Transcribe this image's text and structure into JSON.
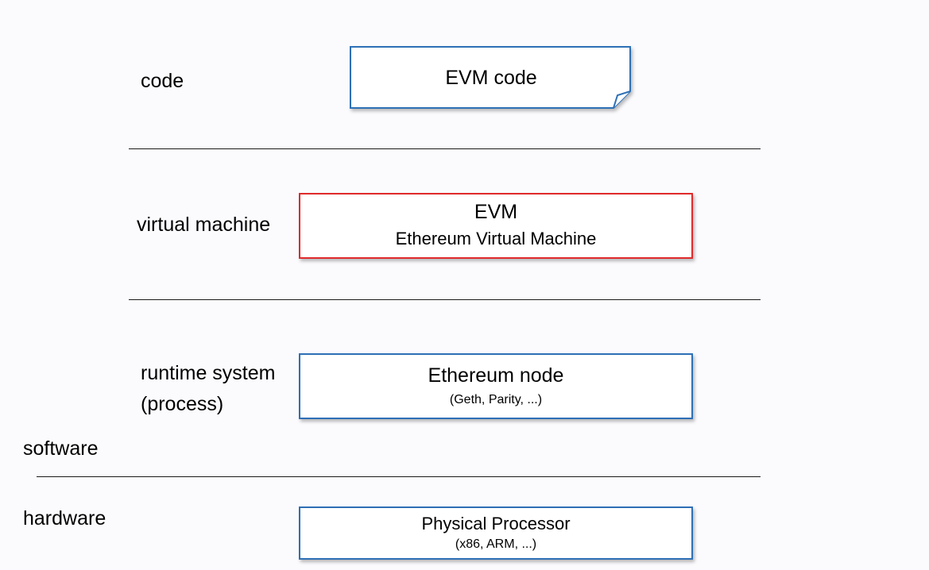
{
  "layers": {
    "code": "code",
    "virtual_machine": "virtual machine",
    "runtime_line1": "runtime system",
    "runtime_line2": "(process)",
    "software": "software",
    "hardware": "hardware"
  },
  "boxes": {
    "evm_code": {
      "title": "EVM code"
    },
    "evm": {
      "title": "EVM",
      "subtitle": "Ethereum Virtual Machine"
    },
    "node": {
      "title": "Ethereum node",
      "subtitle": "(Geth, Parity, ...)"
    },
    "processor": {
      "title": "Physical Processor",
      "subtitle": "(x86, ARM, ...)"
    }
  },
  "colors": {
    "box_border": "#2e6fb6",
    "highlight_border": "#e02a2a",
    "background": "#fbfbfe"
  }
}
